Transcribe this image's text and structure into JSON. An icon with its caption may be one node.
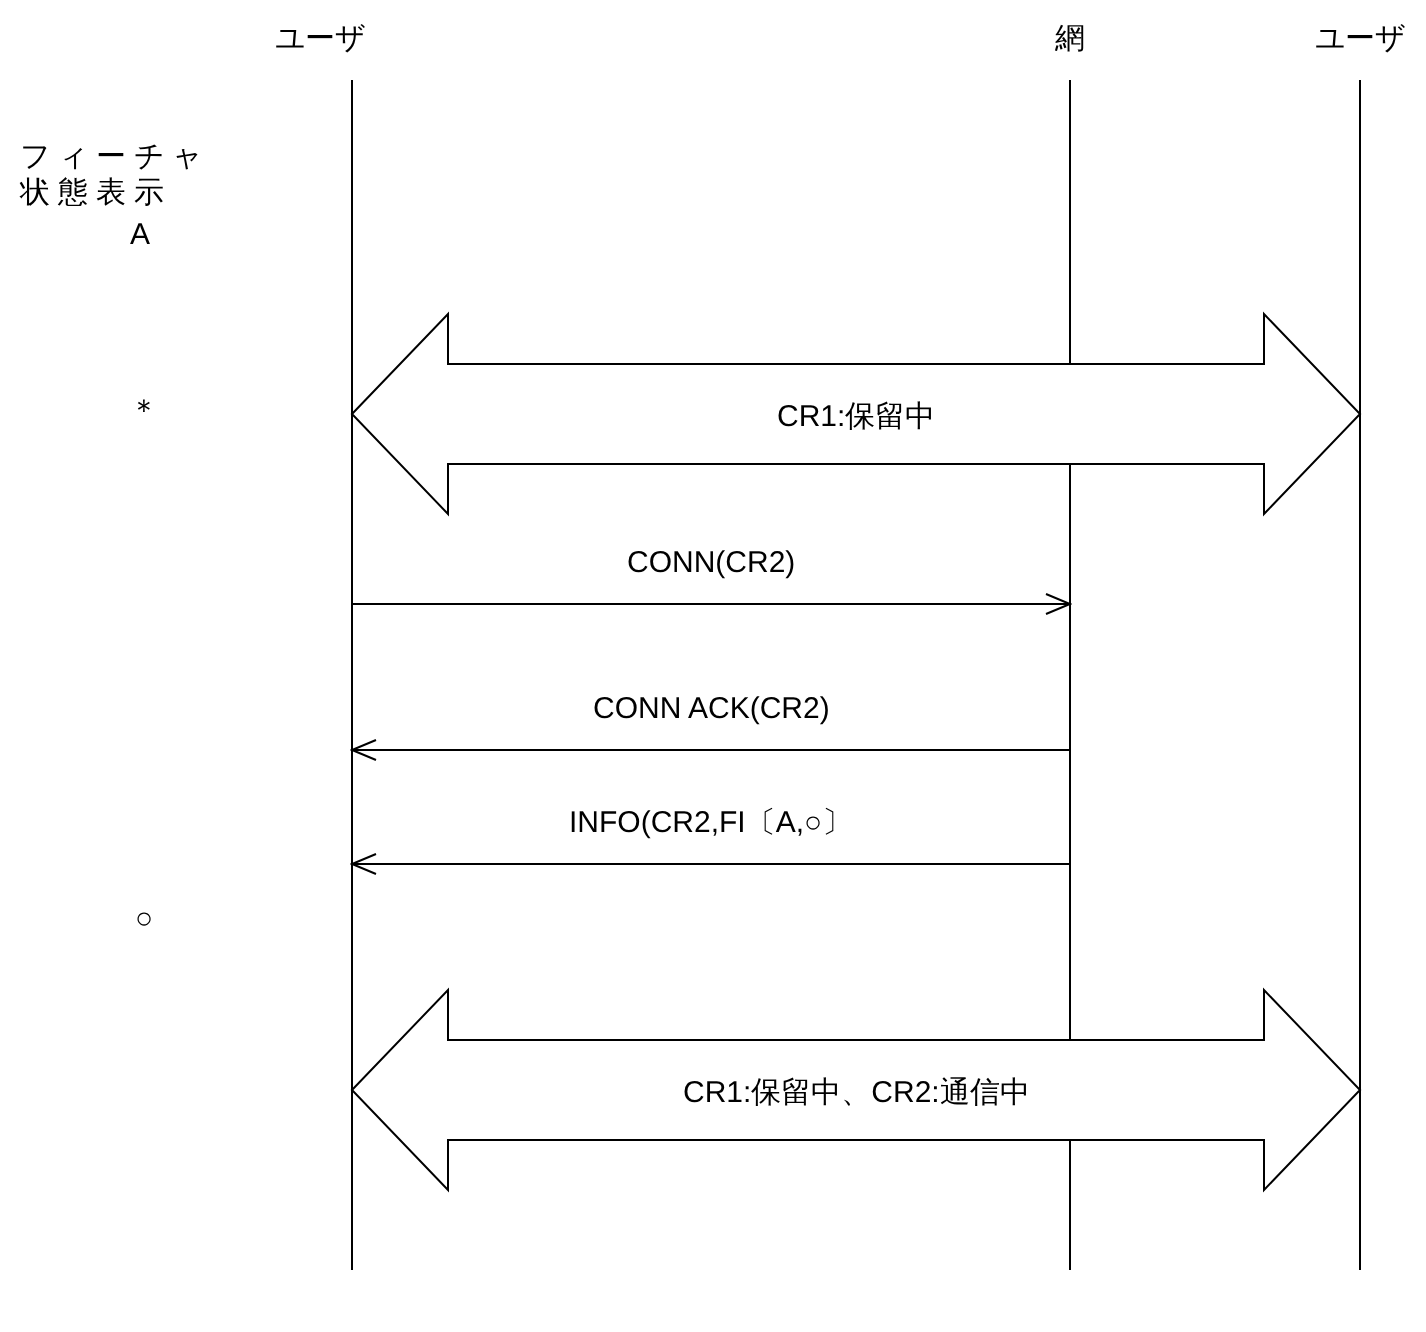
{
  "diagram": {
    "nodes": [
      {
        "text": [
          "ユーザ"
        ]
      },
      {
        "text": [
          "網"
        ]
      },
      {
        "text": [
          "ユーザ"
        ]
      }
    ],
    "edges": [
      {
        "from": 0,
        "to": 2,
        "arrow": "both",
        "label": "CR1:保留中",
        "style": "thick"
      },
      {
        "from": 0,
        "to": 1,
        "arrow": "to",
        "label": "CONN(CR2)"
      },
      {
        "from": 1,
        "to": 0,
        "arrow": "to",
        "label": "CONN ACK(CR2)"
      },
      {
        "from": 1,
        "to": 0,
        "arrow": "to",
        "label": "INFO(CR2,FI〔A,○〕"
      },
      {
        "from": 0,
        "to": 2,
        "arrow": "both",
        "label": "CR1:保留中、CR2:通信中",
        "style": "thick"
      }
    ],
    "labels": [
      "フィーチャ状態表示",
      "A",
      "＊",
      "○"
    ]
  }
}
